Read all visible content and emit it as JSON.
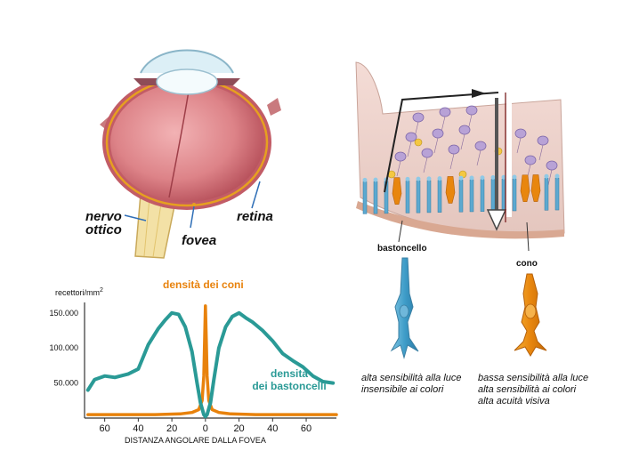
{
  "eye_labels": {
    "nervo": "nervo",
    "ottico": "ottico",
    "fovea": "fovea",
    "retina": "retina"
  },
  "cell_labels": {
    "rod": "bastoncello",
    "cone": "cono"
  },
  "captions": {
    "rod": [
      "alta sensibilità alla luce",
      "insensibile ai colori"
    ],
    "cone": [
      "bassa sensibilità alla luce",
      "alta sensibilità ai colori",
      "alta acuità visiva"
    ]
  },
  "colors": {
    "cones": "#E8820C",
    "rods": "#2A9A96",
    "axis": "#333333",
    "eyeball": "#C9606A",
    "retina_line": "#E6A020"
  },
  "chart_data": {
    "type": "line",
    "ylabel": "recettori/mm",
    "ylabel_sup": "2",
    "xlabel": "DISTANZA ANGOLARE DALLA FOVEA",
    "x_ticks": [
      "60",
      "40",
      "20",
      "0",
      "20",
      "40",
      "60"
    ],
    "x_tick_values": [
      -60,
      -40,
      -20,
      0,
      20,
      40,
      60
    ],
    "y_ticks": [
      "150.000",
      "100.000",
      "50.000"
    ],
    "y_tick_values": [
      150000,
      100000,
      50000
    ],
    "xlim": [
      -72,
      78
    ],
    "ylim": [
      0,
      165000
    ],
    "series": [
      {
        "name": "densità dei coni",
        "color": "#E8820C",
        "x": [
          -70,
          -50,
          -30,
          -15,
          -8,
          -4,
          -2,
          -1,
          -0.5,
          0,
          0.5,
          1,
          2,
          4,
          8,
          15,
          30,
          50,
          70,
          78
        ],
        "y": [
          5000,
          5000,
          5000,
          6000,
          8000,
          12000,
          25000,
          60000,
          110000,
          160000,
          110000,
          60000,
          25000,
          12000,
          8000,
          6000,
          5000,
          5000,
          5000,
          5000
        ]
      },
      {
        "name": "densità dei bastoncelli",
        "color": "#2A9A96",
        "x": [
          -70,
          -66,
          -60,
          -54,
          -46,
          -40,
          -34,
          -28,
          -24,
          -20,
          -16,
          -12,
          -8,
          -5,
          -3,
          -1,
          0,
          1,
          3,
          5,
          8,
          12,
          16,
          20,
          24,
          28,
          34,
          40,
          46,
          52,
          58,
          64,
          70,
          76
        ],
        "y": [
          40000,
          55000,
          60000,
          58000,
          63000,
          70000,
          105000,
          128000,
          140000,
          150000,
          148000,
          130000,
          95000,
          50000,
          22000,
          5000,
          2000,
          5000,
          22000,
          55000,
          100000,
          130000,
          145000,
          150000,
          143000,
          137000,
          125000,
          110000,
          92000,
          82000,
          73000,
          60000,
          52000,
          50000
        ]
      }
    ]
  }
}
